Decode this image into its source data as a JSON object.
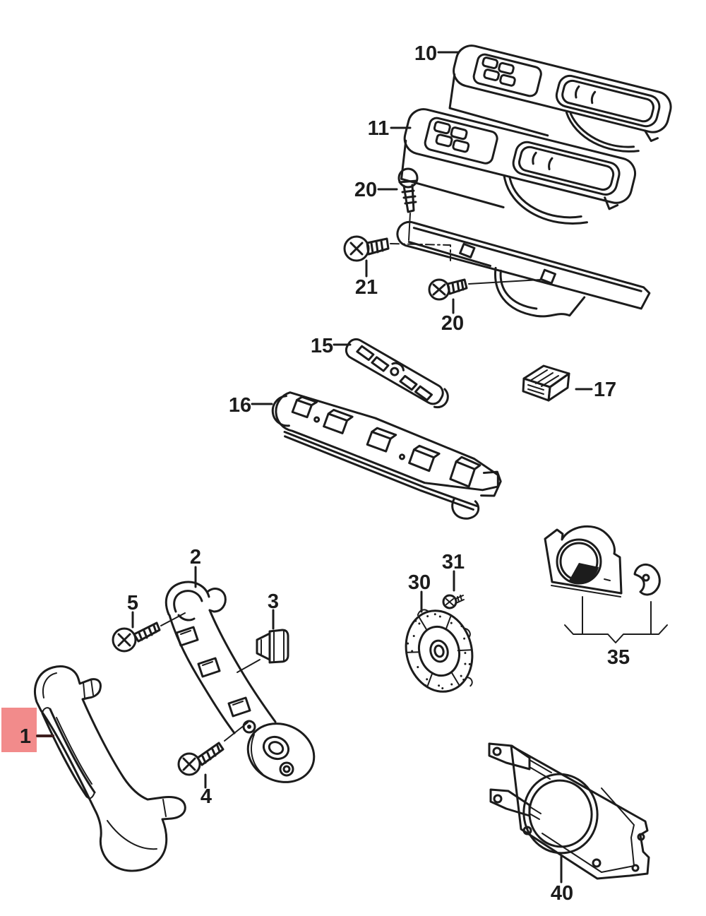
{
  "colors": {
    "background": "#ffffff",
    "line": "#1c1c1c",
    "highlight_fill": "#f28b8b",
    "highlight_text": "#3d1d1d"
  },
  "callouts": {
    "c1": {
      "text": "1",
      "highlighted": true
    },
    "c2": {
      "text": "2"
    },
    "c3": {
      "text": "3"
    },
    "c4": {
      "text": "4"
    },
    "c5": {
      "text": "5"
    },
    "c10": {
      "text": "10"
    },
    "c11": {
      "text": "11"
    },
    "c15": {
      "text": "15"
    },
    "c16": {
      "text": "16"
    },
    "c17": {
      "text": "17"
    },
    "c20a": {
      "text": "20"
    },
    "c20b": {
      "text": "20"
    },
    "c21": {
      "text": "21"
    },
    "c30": {
      "text": "30"
    },
    "c31": {
      "text": "31"
    },
    "c35": {
      "text": "35"
    },
    "c40": {
      "text": "40"
    }
  }
}
